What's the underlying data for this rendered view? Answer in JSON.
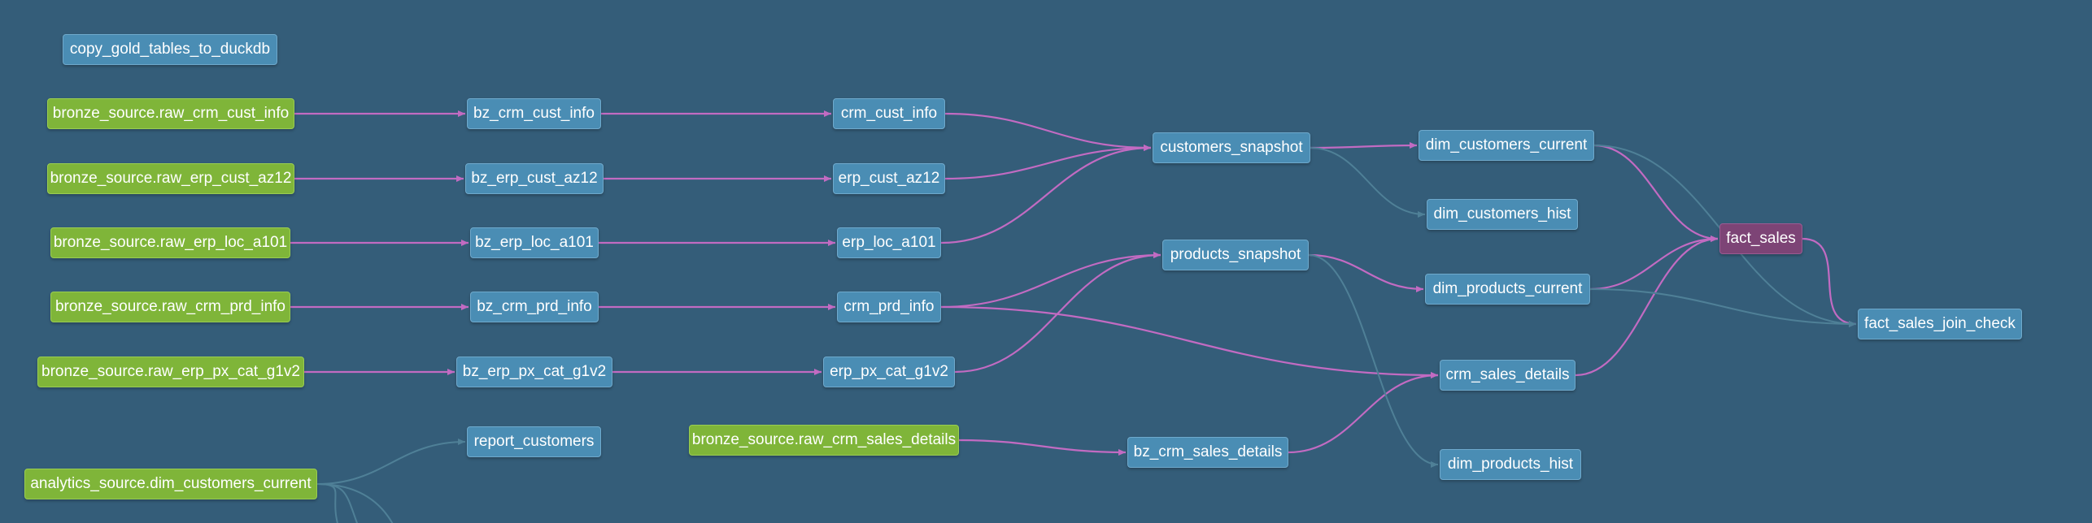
{
  "colors": {
    "background": "#345d79",
    "model": "#4a8db4",
    "source": "#7fb539",
    "exposure": "#7d4476",
    "edge_highlight": "#c26bc2",
    "edge_faint": "#4f8097"
  },
  "nodes": [
    {
      "id": "copy_gold",
      "label": "copy_gold_tables_to_duckdb",
      "kind": "model"
    },
    {
      "id": "src_crm_cust_info",
      "label": "bronze_source.raw_crm_cust_info",
      "kind": "source"
    },
    {
      "id": "src_erp_cust_az12",
      "label": "bronze_source.raw_erp_cust_az12",
      "kind": "source"
    },
    {
      "id": "src_erp_loc_a101",
      "label": "bronze_source.raw_erp_loc_a101",
      "kind": "source"
    },
    {
      "id": "src_crm_prd_info",
      "label": "bronze_source.raw_crm_prd_info",
      "kind": "source"
    },
    {
      "id": "src_erp_px_cat_g1v2",
      "label": "bronze_source.raw_erp_px_cat_g1v2",
      "kind": "source"
    },
    {
      "id": "src_dim_customers_current",
      "label": "analytics_source.dim_customers_current",
      "kind": "source"
    },
    {
      "id": "bz_crm_cust_info",
      "label": "bz_crm_cust_info",
      "kind": "model"
    },
    {
      "id": "bz_erp_cust_az12",
      "label": "bz_erp_cust_az12",
      "kind": "model"
    },
    {
      "id": "bz_erp_loc_a101",
      "label": "bz_erp_loc_a101",
      "kind": "model"
    },
    {
      "id": "bz_crm_prd_info",
      "label": "bz_crm_prd_info",
      "kind": "model"
    },
    {
      "id": "bz_erp_px_cat_g1v2",
      "label": "bz_erp_px_cat_g1v2",
      "kind": "model"
    },
    {
      "id": "report_customers",
      "label": "report_customers",
      "kind": "model"
    },
    {
      "id": "src_crm_sales_details",
      "label": "bronze_source.raw_crm_sales_details",
      "kind": "source"
    },
    {
      "id": "crm_cust_info",
      "label": "crm_cust_info",
      "kind": "model"
    },
    {
      "id": "erp_cust_az12",
      "label": "erp_cust_az12",
      "kind": "model"
    },
    {
      "id": "erp_loc_a101",
      "label": "erp_loc_a101",
      "kind": "model"
    },
    {
      "id": "crm_prd_info",
      "label": "crm_prd_info",
      "kind": "model"
    },
    {
      "id": "erp_px_cat_g1v2",
      "label": "erp_px_cat_g1v2",
      "kind": "model"
    },
    {
      "id": "bz_crm_sales_details",
      "label": "bz_crm_sales_details",
      "kind": "model"
    },
    {
      "id": "customers_snapshot",
      "label": "customers_snapshot",
      "kind": "model"
    },
    {
      "id": "products_snapshot",
      "label": "products_snapshot",
      "kind": "model"
    },
    {
      "id": "dim_customers_current",
      "label": "dim_customers_current",
      "kind": "model"
    },
    {
      "id": "dim_customers_hist",
      "label": "dim_customers_hist",
      "kind": "model"
    },
    {
      "id": "dim_products_current",
      "label": "dim_products_current",
      "kind": "model"
    },
    {
      "id": "crm_sales_details",
      "label": "crm_sales_details",
      "kind": "model"
    },
    {
      "id": "dim_products_hist",
      "label": "dim_products_hist",
      "kind": "model"
    },
    {
      "id": "fact_sales",
      "label": "fact_sales",
      "kind": "exposure"
    },
    {
      "id": "fact_sales_join_check",
      "label": "fact_sales_join_check",
      "kind": "model"
    }
  ],
  "edges": [
    {
      "from": "src_crm_cust_info",
      "to": "bz_crm_cust_info",
      "style": "main"
    },
    {
      "from": "src_erp_cust_az12",
      "to": "bz_erp_cust_az12",
      "style": "main"
    },
    {
      "from": "src_erp_loc_a101",
      "to": "bz_erp_loc_a101",
      "style": "main"
    },
    {
      "from": "src_crm_prd_info",
      "to": "bz_crm_prd_info",
      "style": "main"
    },
    {
      "from": "src_erp_px_cat_g1v2",
      "to": "bz_erp_px_cat_g1v2",
      "style": "main"
    },
    {
      "from": "bz_crm_cust_info",
      "to": "crm_cust_info",
      "style": "main"
    },
    {
      "from": "bz_erp_cust_az12",
      "to": "erp_cust_az12",
      "style": "main"
    },
    {
      "from": "bz_erp_loc_a101",
      "to": "erp_loc_a101",
      "style": "main"
    },
    {
      "from": "bz_crm_prd_info",
      "to": "crm_prd_info",
      "style": "main"
    },
    {
      "from": "bz_erp_px_cat_g1v2",
      "to": "erp_px_cat_g1v2",
      "style": "main"
    },
    {
      "from": "crm_cust_info",
      "to": "customers_snapshot",
      "style": "main"
    },
    {
      "from": "erp_cust_az12",
      "to": "customers_snapshot",
      "style": "main"
    },
    {
      "from": "erp_loc_a101",
      "to": "customers_snapshot",
      "style": "main"
    },
    {
      "from": "crm_prd_info",
      "to": "products_snapshot",
      "style": "main"
    },
    {
      "from": "erp_px_cat_g1v2",
      "to": "products_snapshot",
      "style": "main"
    },
    {
      "from": "crm_prd_info",
      "to": "crm_sales_details",
      "style": "main"
    },
    {
      "from": "src_crm_sales_details",
      "to": "bz_crm_sales_details",
      "style": "main"
    },
    {
      "from": "bz_crm_sales_details",
      "to": "crm_sales_details",
      "style": "main"
    },
    {
      "from": "customers_snapshot",
      "to": "dim_customers_current",
      "style": "main"
    },
    {
      "from": "customers_snapshot",
      "to": "dim_customers_hist",
      "style": "faint"
    },
    {
      "from": "products_snapshot",
      "to": "dim_products_current",
      "style": "main"
    },
    {
      "from": "products_snapshot",
      "to": "dim_products_hist",
      "style": "faint"
    },
    {
      "from": "dim_customers_current",
      "to": "fact_sales",
      "style": "main"
    },
    {
      "from": "dim_products_current",
      "to": "fact_sales",
      "style": "main"
    },
    {
      "from": "crm_sales_details",
      "to": "fact_sales",
      "style": "main"
    },
    {
      "from": "fact_sales",
      "to": "fact_sales_join_check",
      "style": "main"
    },
    {
      "from": "dim_customers_current",
      "to": "fact_sales_join_check",
      "style": "faint"
    },
    {
      "from": "dim_products_current",
      "to": "fact_sales_join_check",
      "style": "faint"
    },
    {
      "from": "src_dim_customers_current",
      "to": "report_customers",
      "style": "faint"
    },
    {
      "from": "src_dim_customers_current",
      "to": "offscreen_a",
      "style": "faint"
    },
    {
      "from": "src_dim_customers_current",
      "to": "offscreen_b",
      "style": "faint"
    },
    {
      "from": "src_dim_customers_current",
      "to": "offscreen_c",
      "style": "faint"
    }
  ]
}
